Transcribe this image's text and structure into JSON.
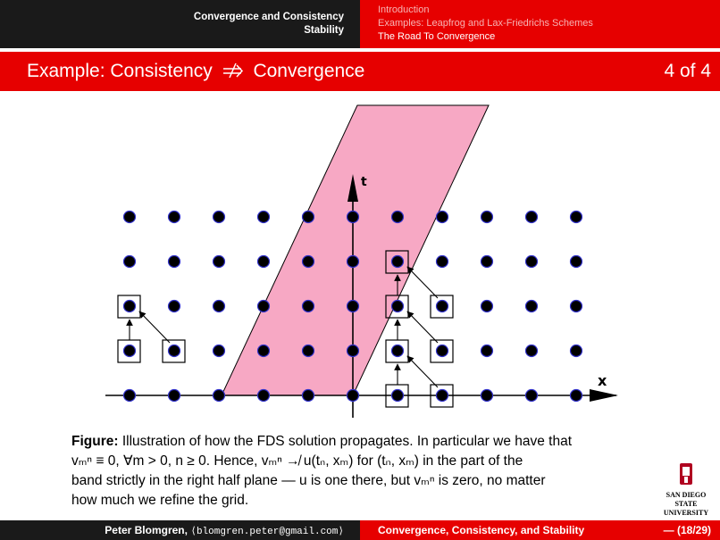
{
  "header": {
    "sections": [
      "Convergence and Consistency",
      "Stability"
    ],
    "subsections": [
      "Introduction",
      "Examples: Leapfrog and Lax-Friedrichs Schemes",
      "The Road To Convergence"
    ]
  },
  "frame": {
    "title_left": "Example: Consistency",
    "title_right": "Convergence",
    "page": "4 of 4"
  },
  "figure": {
    "t_label": "t",
    "x_label": "x"
  },
  "caption": {
    "label": "Figure:",
    "text1": "Illustration of how the FDS solution propagates. In particular we have that",
    "text2": "vₘⁿ ≡ 0, ∀m > 0, n ≥ 0. Hence, vₘⁿ ↛ u(tₙ, xₘ) for (tₙ, xₘ) in the part of the",
    "text3": "band strictly in the right half plane — u is one there, but vₘⁿ is zero, no matter",
    "text4": "how much we refine the grid."
  },
  "logo": {
    "line1": "SAN DIEGO STATE",
    "line2": "UNIVERSITY"
  },
  "footer": {
    "author": "Peter Blomgren,",
    "email": "⟨blomgren.peter@gmail.com⟩",
    "short_title": "Convergence, Consistency, and Stability",
    "page": "— (18/29)"
  }
}
